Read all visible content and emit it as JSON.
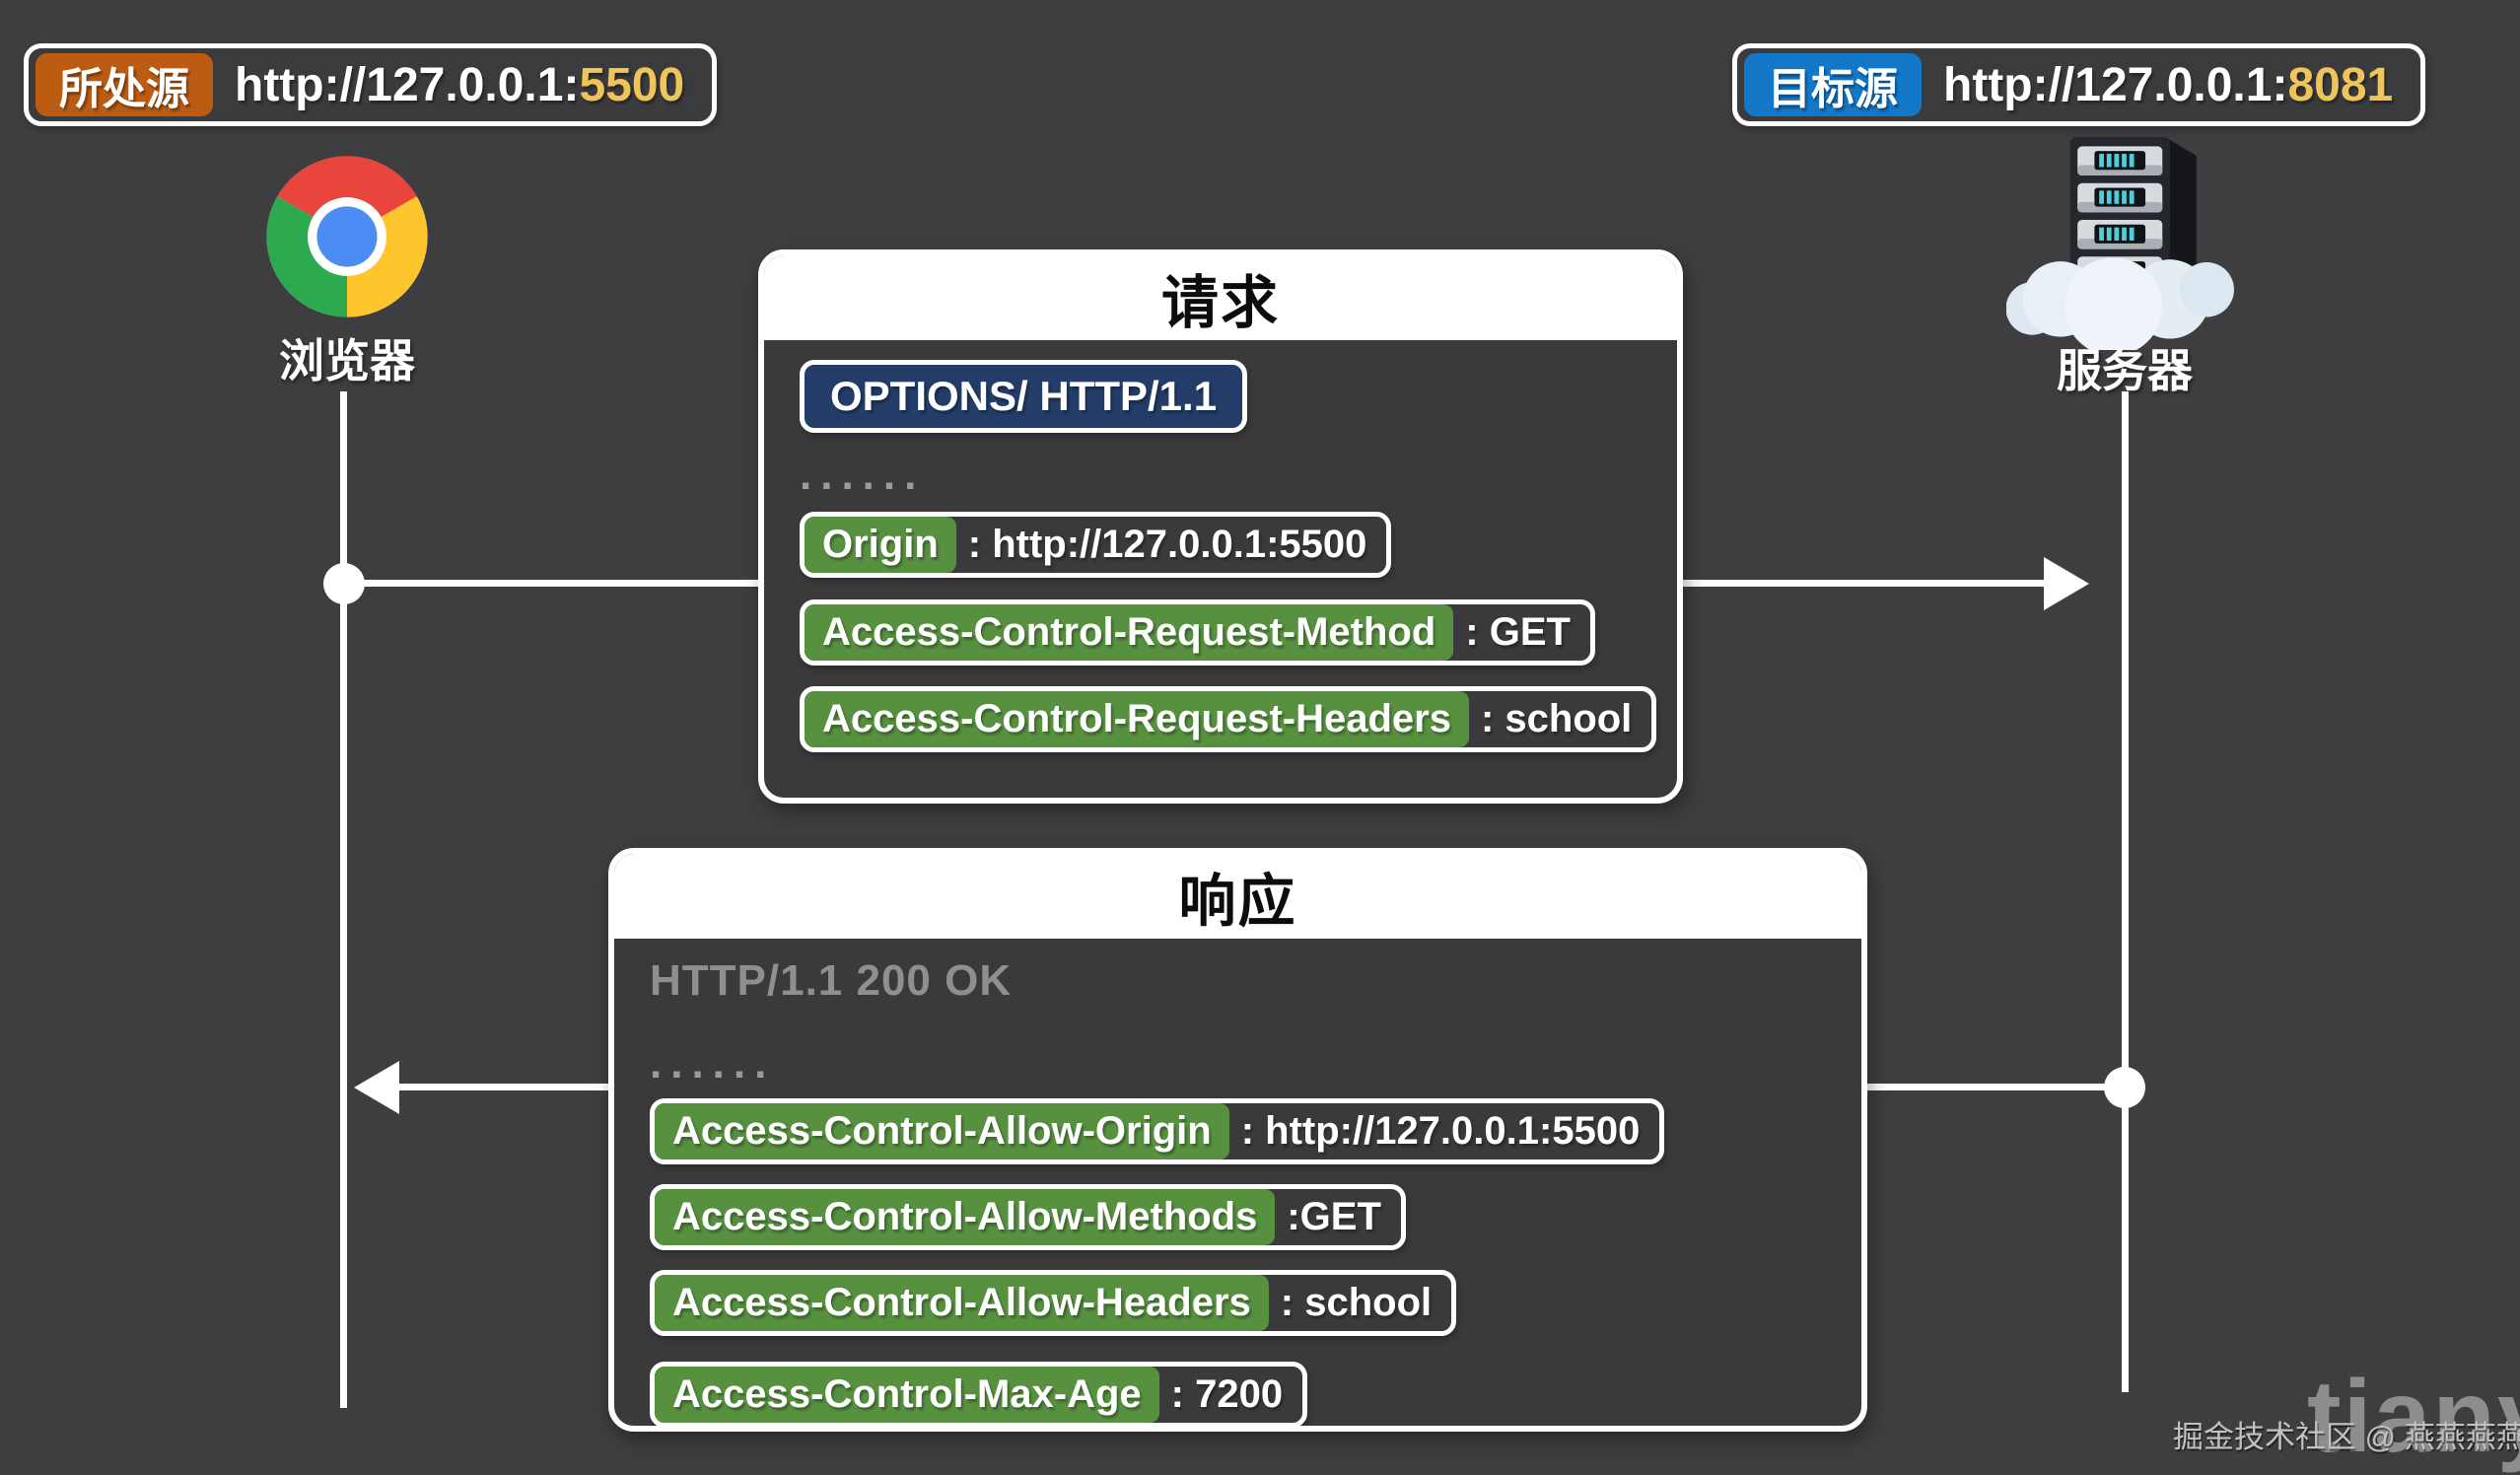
{
  "source_origin": {
    "tag": "所处源",
    "tag_color": "#bc5c13",
    "url_prefix": "http://127.0.0.1:",
    "port": "5500",
    "port_color": "#efc55a"
  },
  "target_origin": {
    "tag": "目标源",
    "tag_color": "#1478c8",
    "url_prefix": "http://127.0.0.1:",
    "port": "8081",
    "port_color": "#efc55a"
  },
  "browser": {
    "label": "浏览器"
  },
  "server": {
    "label": "服务器"
  },
  "request": {
    "title": "请求",
    "start_line": "OPTIONS/ HTTP/1.1",
    "ellipsis": "......",
    "headers": [
      {
        "name": "Origin",
        "value": ": http://127.0.0.1:5500"
      },
      {
        "name": "Access-Control-Request-Method",
        "value": ": GET"
      },
      {
        "name": "Access-Control-Request-Headers",
        "value": ": school"
      }
    ]
  },
  "response": {
    "title": "响应",
    "status_line": "HTTP/1.1 200 OK",
    "ellipsis": "......",
    "headers": [
      {
        "name": "Access-Control-Allow-Origin",
        "value": ": http://127.0.0.1:5500"
      },
      {
        "name": "Access-Control-Allow-Methods",
        "value": ":GET"
      },
      {
        "name": "Access-Control-Allow-Headers",
        "value": ": school"
      },
      {
        "name": "Access-Control-Max-Age",
        "value": ": 7200"
      }
    ]
  },
  "watermark": {
    "small": "掘金技术社区 @ 燕燕燕燕燕",
    "large": "tianyu"
  },
  "colors": {
    "background": "#3e3e40",
    "header_green": "#579140",
    "start_navy": "#233d68",
    "source_orange": "#bc5c13",
    "target_blue": "#1478c8",
    "port_yellow": "#efc55a"
  }
}
